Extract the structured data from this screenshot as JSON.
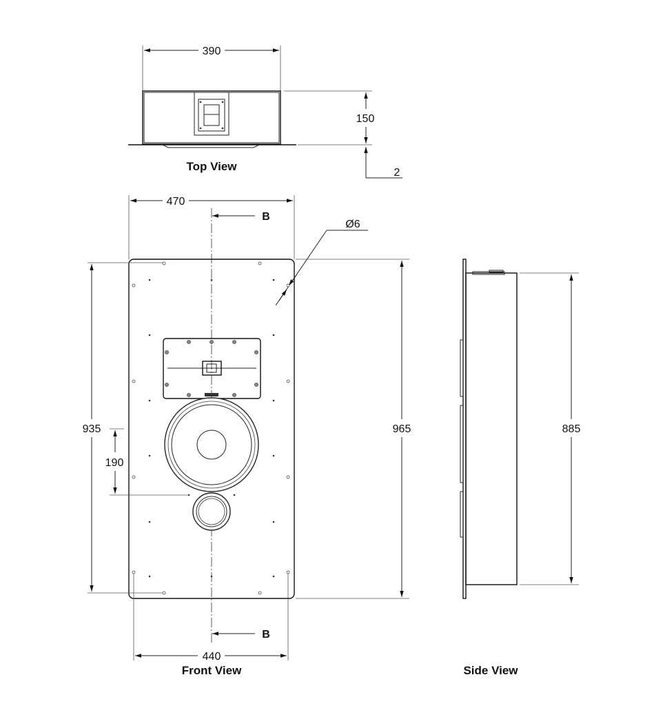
{
  "views": {
    "top": "Top View",
    "front": "Front View",
    "side": "Side View"
  },
  "dimensions": {
    "top_width": "390",
    "top_depth": "150",
    "top_flange": "2",
    "front_outer_width": "470",
    "front_inner_width": "440",
    "front_hole_diameter": "Ø6",
    "front_height_left": "935",
    "front_height_right": "965",
    "woofer_offset": "190",
    "side_depth": "885"
  },
  "section": {
    "label_top": "B",
    "label_bottom": "B"
  },
  "colors": {
    "line": "#222222",
    "background": "#ffffff"
  }
}
